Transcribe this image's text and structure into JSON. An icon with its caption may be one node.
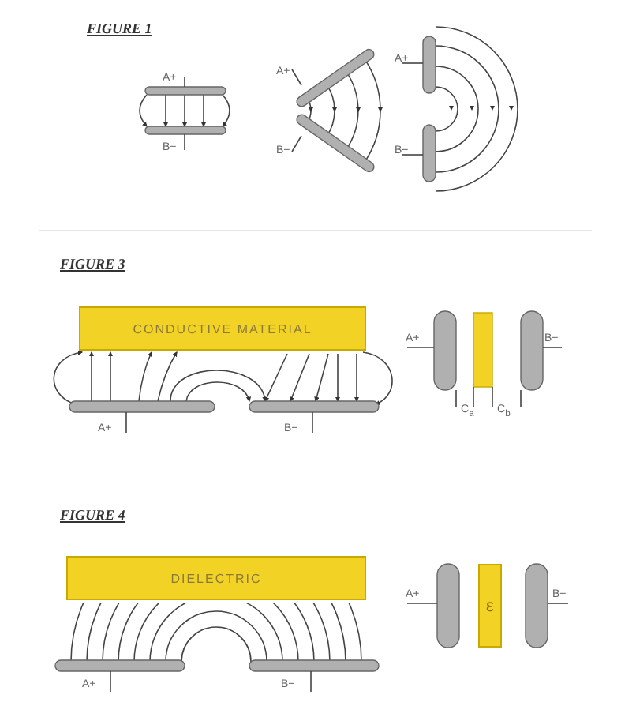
{
  "diagram": {
    "nodes": [
      {
        "text": [
          "CONDUCTIVE MATERIAL"
        ]
      },
      {
        "text": [
          "DIELECTRIC"
        ]
      },
      {
        "text": [
          "ε"
        ]
      }
    ],
    "edges": [],
    "labels": [
      "FIGURE 1",
      "A+",
      "B−",
      "A+",
      "B−",
      "A+",
      "B−",
      "FIGURE 3",
      "A+",
      "B−",
      "A+",
      "B−",
      "C$_{a}$",
      "C$_{b}$",
      "FIGURE 4",
      "A+",
      "B−",
      "A+",
      "B−"
    ]
  }
}
